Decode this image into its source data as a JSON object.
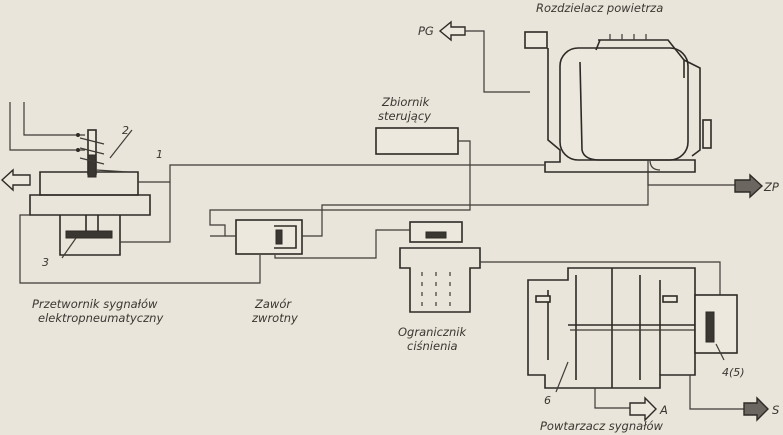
{
  "labels": {
    "rozdzielacz": "Rozdzielacz powietrza",
    "pg": "PG",
    "zbiornik_line1": "Zbiornik",
    "zbiornik_line2": "sterujący",
    "zp": "ZP",
    "przetwornik_line1": "Przetwornik sygnałów",
    "przetwornik_line2": "elektropneumatyczny",
    "zawor_line1": "Zawór",
    "zawor_line2": "zwrotny",
    "ogranicznik_line1": "Ogranicznik",
    "ogranicznik_line2": "ciśnienia",
    "powtarzacz": "Powtarzacz sygnałów",
    "a": "A",
    "s": "S"
  },
  "callouts": {
    "n1": "1",
    "n2": "2",
    "n3": "3",
    "n6": "6",
    "n45": "4(5)"
  }
}
